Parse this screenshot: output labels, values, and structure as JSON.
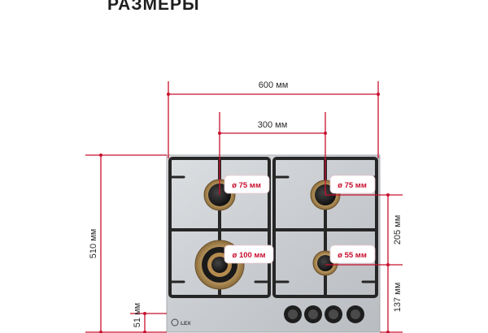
{
  "title": "РАЗМЕРЫ",
  "brand": "LEX",
  "colors": {
    "accent": "#c8102e",
    "steel": "#cfd2d5",
    "grate": "#2a2a2a"
  },
  "dimensions": {
    "width_total": "600 мм",
    "burner_spacing": "300 мм",
    "depth_total": "510 мм",
    "right_upper": "205 мм",
    "right_lower": "137 мм",
    "knob_height": "51 мм"
  },
  "burners": {
    "top_left": "ø 75 мм",
    "top_right": "ø 75 мм",
    "bottom_left": "ø 100 мм",
    "bottom_right": "ø 55 мм"
  },
  "controls": {
    "knob_count": 4
  }
}
